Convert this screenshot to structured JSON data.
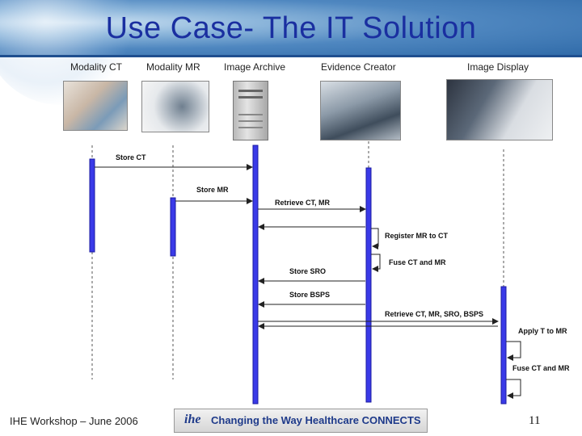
{
  "title": "Use Case- The IT Solution",
  "actors": [
    {
      "label": "Modality CT"
    },
    {
      "label": "Modality MR"
    },
    {
      "label": "Image Archive"
    },
    {
      "label": "Evidence Creator"
    },
    {
      "label": "Image Display"
    }
  ],
  "messages": [
    {
      "label": "Store CT"
    },
    {
      "label": "Store MR"
    },
    {
      "label": "Retrieve CT, MR"
    },
    {
      "label": "Register MR to CT"
    },
    {
      "label": "Fuse CT and MR"
    },
    {
      "label": "Store SRO"
    },
    {
      "label": "Store BSPS"
    },
    {
      "label": "Retrieve CT, MR, SRO, BSPS"
    },
    {
      "label": "Apply T to MR"
    },
    {
      "label": "Fuse CT and MR"
    }
  ],
  "footer": {
    "left": "IHE Workshop – June 2006",
    "logo": "ihe",
    "banner": "Changing the Way Healthcare CONNECTS",
    "page": "11"
  }
}
